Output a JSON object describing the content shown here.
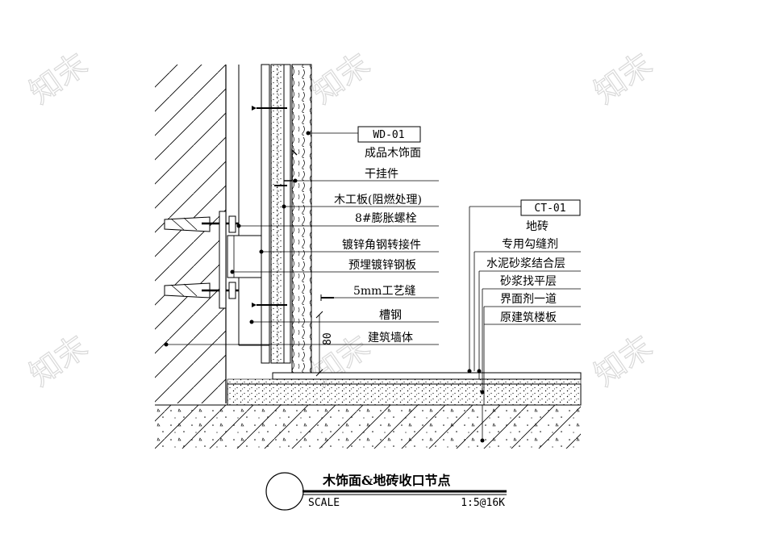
{
  "wall_labels": [
    {
      "id": "tag_wd",
      "text": "WD-01"
    },
    {
      "id": "wood_finish",
      "text": "成品木饰面"
    },
    {
      "id": "dry_hanger",
      "text": "干挂件"
    },
    {
      "id": "blockboard",
      "text": "木工板(阻燃处理)"
    },
    {
      "id": "bolt",
      "text": "8#膨胀螺栓"
    },
    {
      "id": "angle_steel",
      "text": "镀锌角钢转接件"
    },
    {
      "id": "embedded_plate",
      "text": "预埋镀锌钢板"
    },
    {
      "id": "gap",
      "text": "5mm工艺缝"
    },
    {
      "id": "channel",
      "text": "槽钢"
    },
    {
      "id": "wall",
      "text": "建筑墙体"
    }
  ],
  "floor_labels": [
    {
      "id": "tag_ct",
      "text": "CT-01"
    },
    {
      "id": "tile",
      "text": "地砖"
    },
    {
      "id": "grout",
      "text": "专用勾缝剂"
    },
    {
      "id": "mortar_bond",
      "text": "水泥砂浆结合层"
    },
    {
      "id": "screed",
      "text": "砂浆找平层"
    },
    {
      "id": "interface",
      "text": "界面剂一道"
    },
    {
      "id": "slab",
      "text": "原建筑楼板"
    }
  ],
  "dimension": "80",
  "title_block": {
    "title": "木饰面&地砖收口节点",
    "scale_label": "SCALE",
    "scale_value": "1:5@16K"
  },
  "watermark": "知末"
}
